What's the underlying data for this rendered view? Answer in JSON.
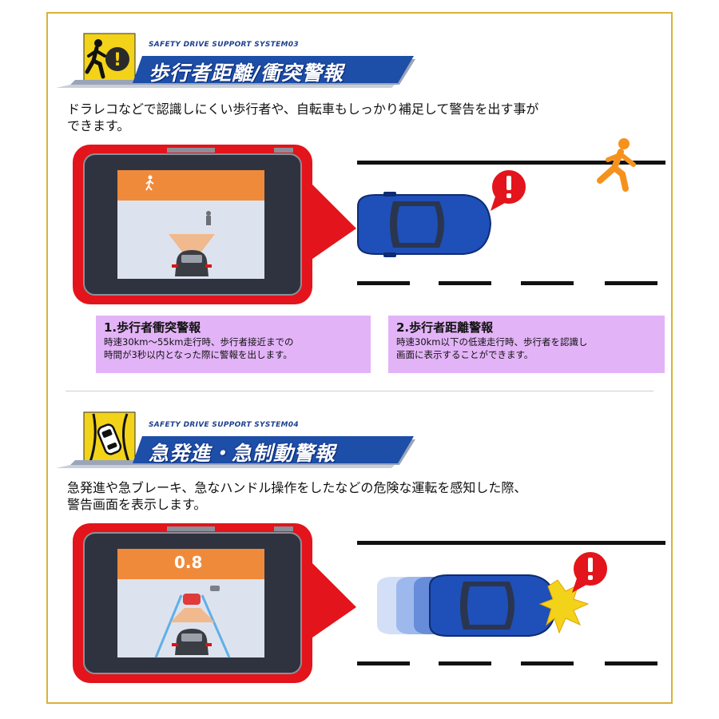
{
  "section1": {
    "system_label": "SAFETY DRIVE SUPPORT SYSTEM03",
    "title": "歩行者距離/衝突警報",
    "lead_line1": "ドラレコなどで認識しにくい歩行者や、自転車もしっかり補足して警告を出す事が",
    "lead_line2": "できます。",
    "box1": {
      "heading": "1.歩行者衝突警報",
      "line1": "時速30km～55km走行時、歩行者接近までの",
      "line2": "時間が3秒以内となった際に警報を出します。"
    },
    "box2": {
      "heading": "2.歩行者距離警報",
      "line1": "時速30km以下の低速走行時、歩行者を認識し",
      "line2": "画面に表示することができます。"
    }
  },
  "section2": {
    "system_label": "SAFETY DRIVE SUPPORT SYSTEM04",
    "title": "急発進・急制動警報",
    "lead_line1": "急発進や急ブレーキ、急なハンドル操作をしたなどの危険な運転を感知した際、",
    "lead_line2": "警告画面を表示します。",
    "screen_value": "0.8"
  },
  "colors": {
    "frame": "#d9b23a",
    "banner_blue": "#1d4ea8",
    "warning_red": "#e3141b",
    "screen_orange": "#f08a3b",
    "info_purple": "#e3b3f7",
    "car_blue": "#1f4fb8",
    "pedestrian_orange": "#f5921e"
  },
  "icons": {
    "section1": "running-pedestrian-warning-icon",
    "section2": "swerving-car-icon"
  }
}
